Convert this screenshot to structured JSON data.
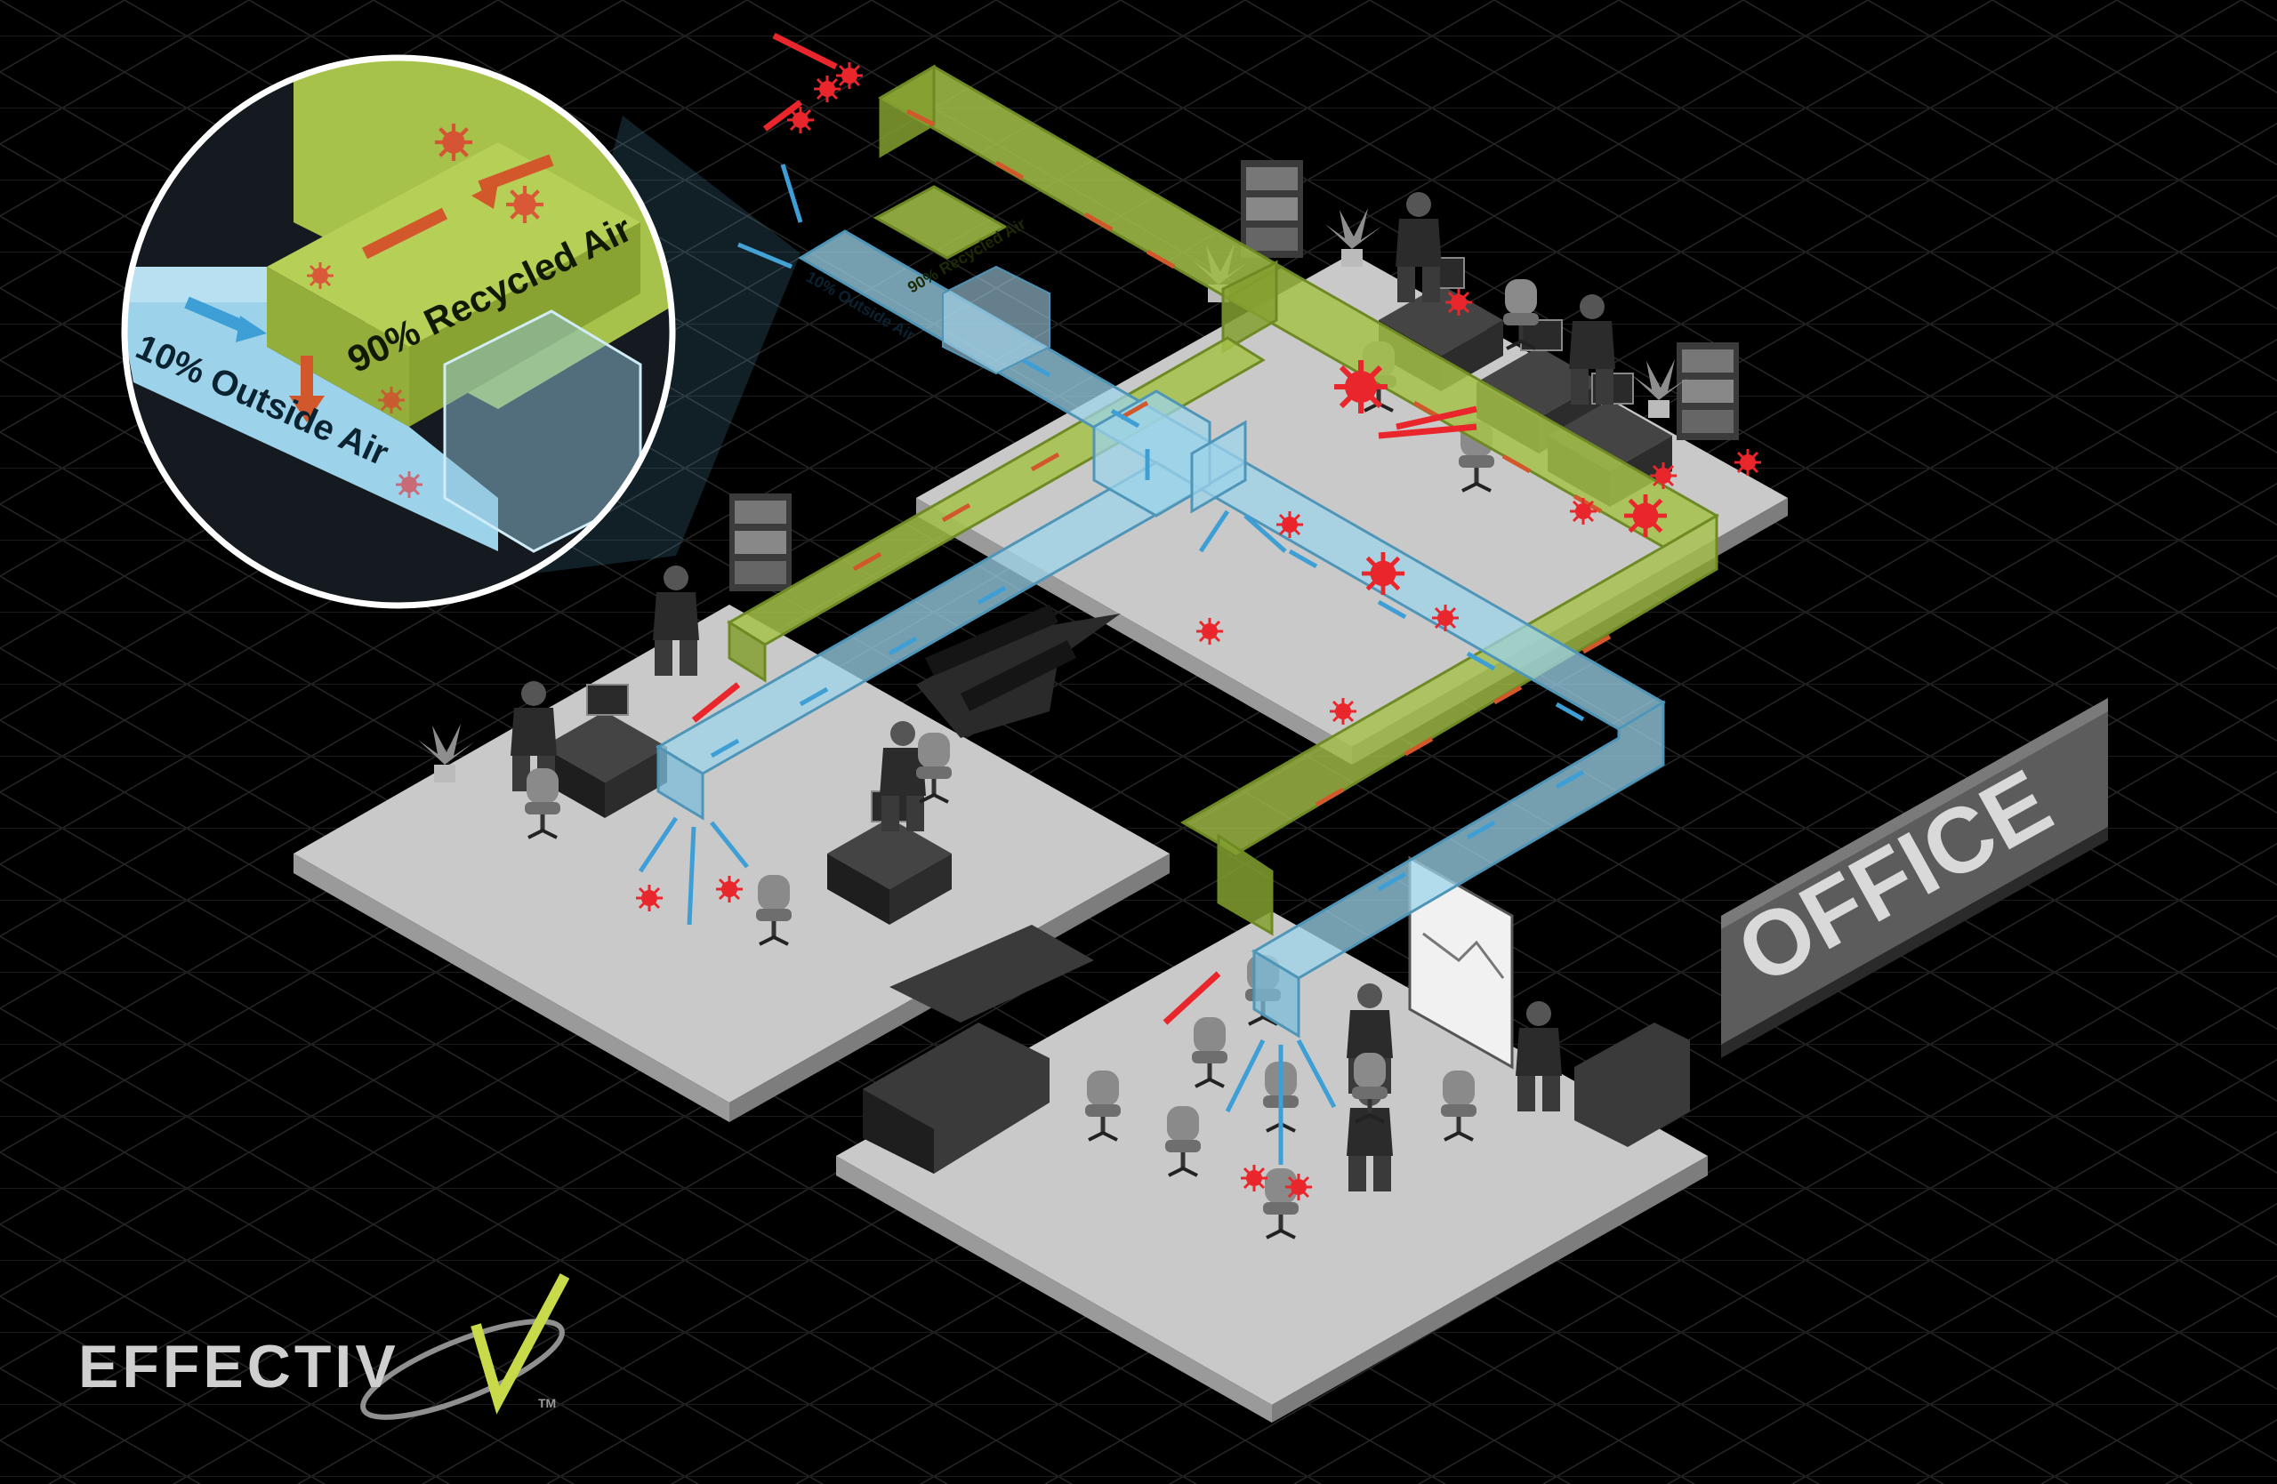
{
  "labels": {
    "outside_air": "10% Outside Air",
    "recycled_air": "90% Recycled Air",
    "office_sign": "OFFICE",
    "brand": "EFFECTIV",
    "trademark": "TM"
  },
  "colors": {
    "background": "#000000",
    "grid": "#2a2a2a",
    "floor_top": "#c9c9c9",
    "floor_side": "#8f8f8f",
    "recycled_duct": "#a6c24a",
    "outside_duct": "#9cd3ea",
    "recycled_arrow": "#d2572a",
    "outside_arrow": "#3d9fd6",
    "virus": "#e8262b",
    "sign_face": "#5c5c5c",
    "brand_accent": "#c8d94a"
  },
  "icons": [
    "virus-icon",
    "arrow-icon",
    "person-icon",
    "chair-icon",
    "plant-icon",
    "bookshelf-icon",
    "monitor-icon",
    "ac-unit-icon"
  ]
}
